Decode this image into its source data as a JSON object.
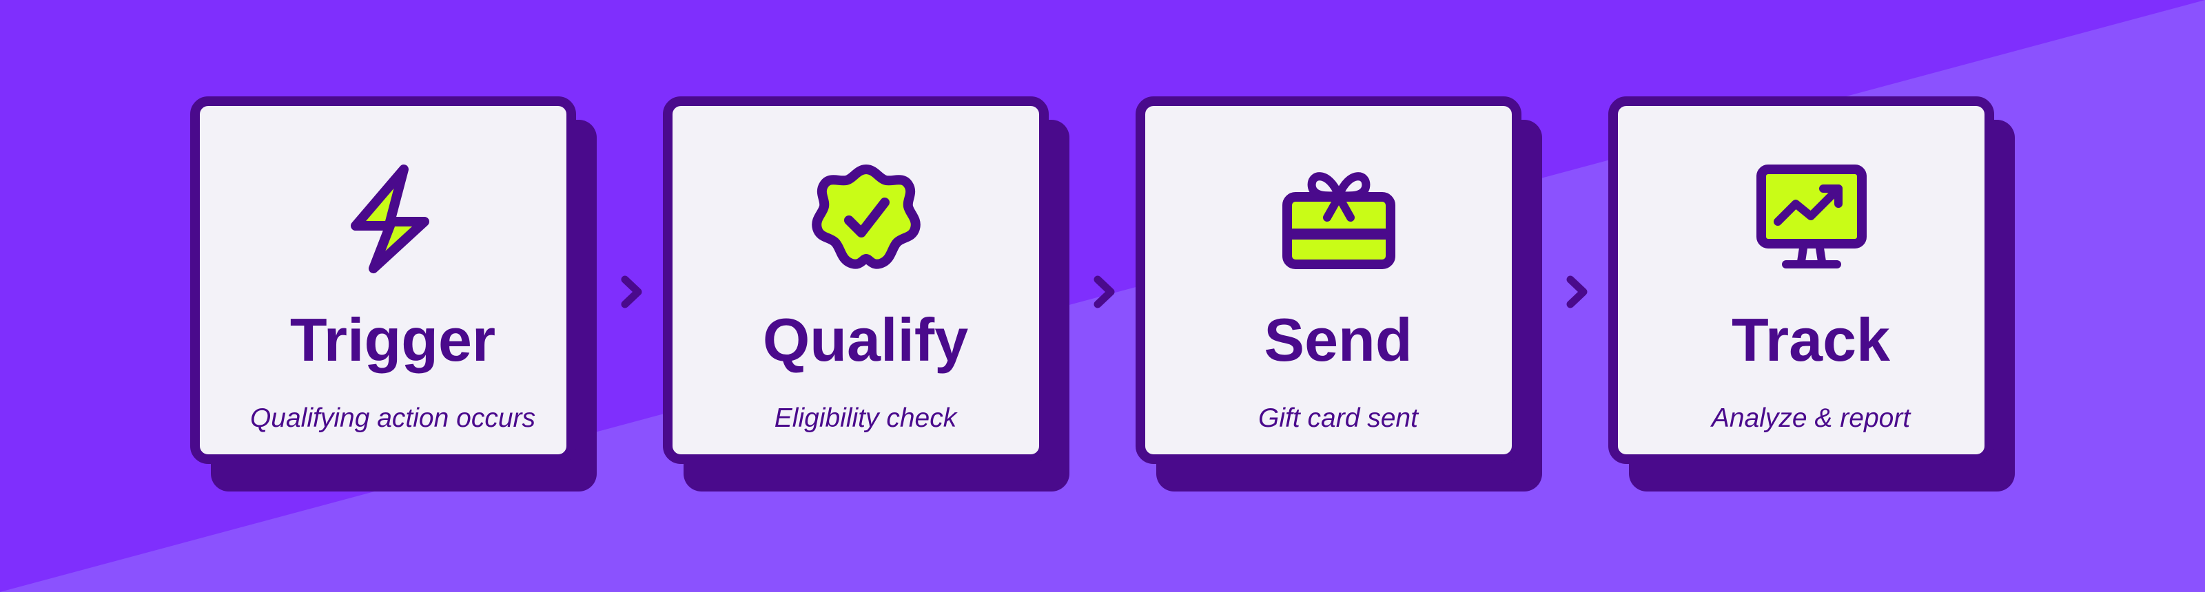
{
  "colors": {
    "background": "#7f2ffd",
    "background_light": "#8b52fe",
    "card": "#f3f2f8",
    "outline": "#4a0a8c",
    "accent": "#c9fc17"
  },
  "steps": [
    {
      "title": "Trigger",
      "subtitle": "Qualifying action occurs",
      "icon": "lightning-bolt-icon"
    },
    {
      "title": "Qualify",
      "subtitle": "Eligibility check",
      "icon": "verified-badge-icon"
    },
    {
      "title": "Send",
      "subtitle": "Gift card sent",
      "icon": "gift-card-icon"
    },
    {
      "title": "Track",
      "subtitle": "Analyze & report",
      "icon": "analytics-monitor-icon"
    }
  ]
}
